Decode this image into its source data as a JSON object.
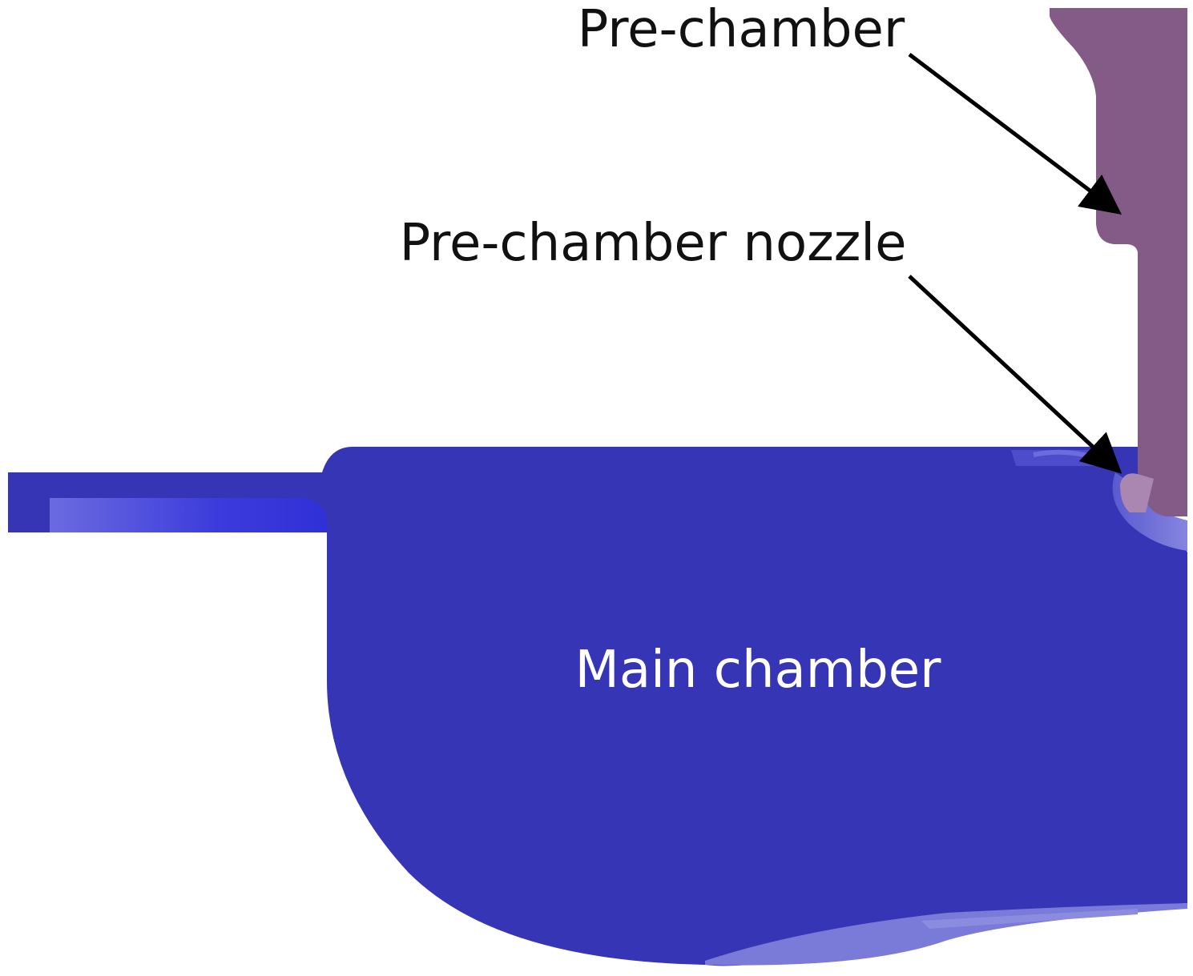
{
  "labels": {
    "pre_chamber": "Pre-chamber",
    "pre_chamber_nozzle": "Pre-chamber nozzle",
    "main_chamber": "Main chamber"
  },
  "colors": {
    "main_chamber": "#3535b5",
    "main_chamber_light": "#6a6ad8",
    "pre_chamber": "#845a86",
    "nozzle": "#a987b0",
    "label_dark": "#111111",
    "label_light": "#ffffff",
    "arrow": "#000000"
  }
}
